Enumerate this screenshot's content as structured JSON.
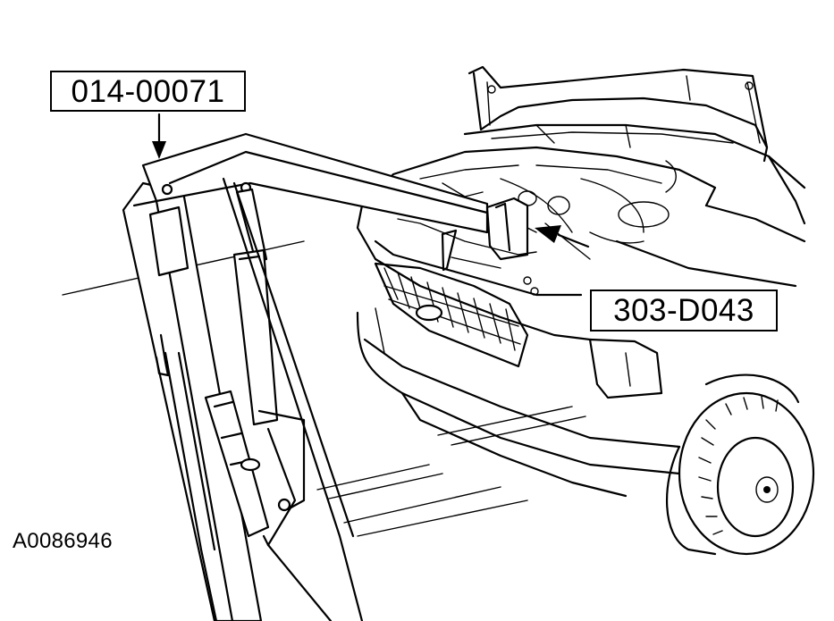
{
  "callouts": {
    "tool_one": "014-00071",
    "tool_two": "303-D043"
  },
  "figure_id": "A0086946"
}
